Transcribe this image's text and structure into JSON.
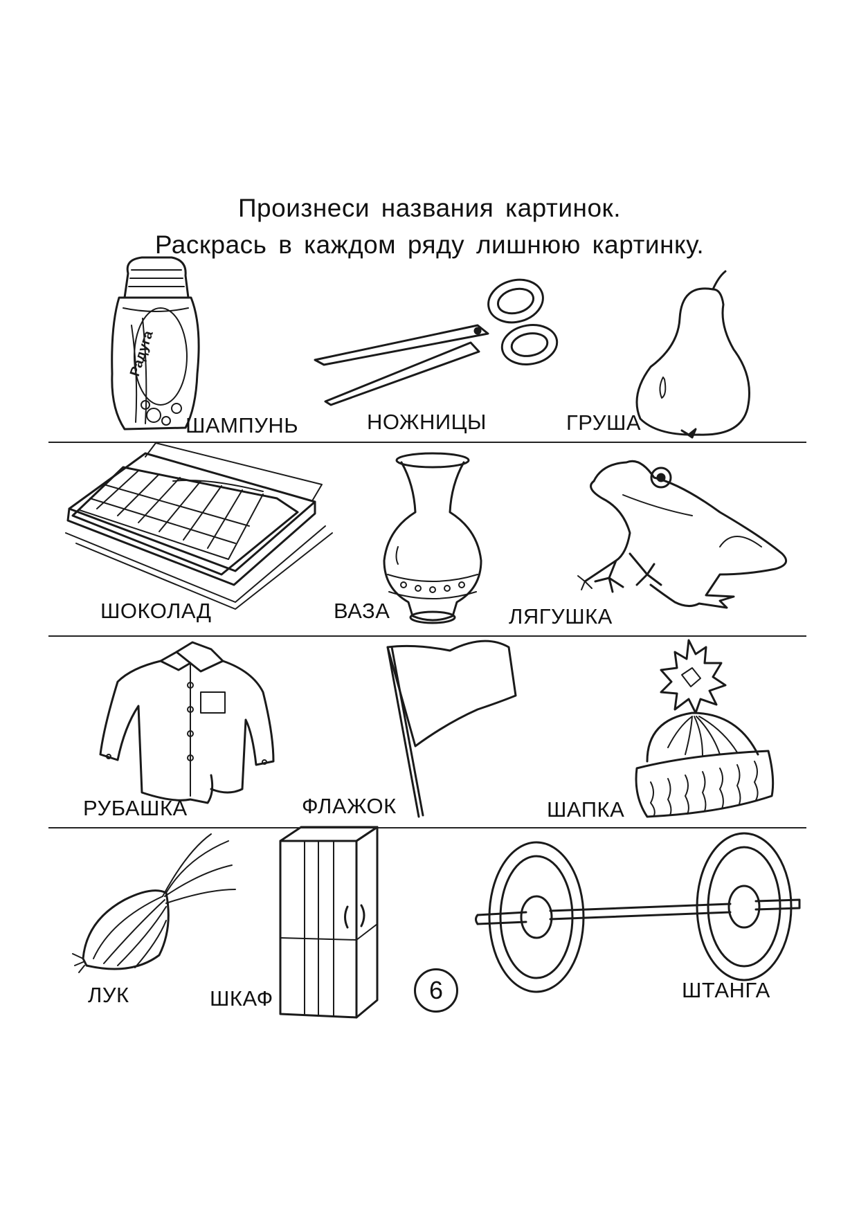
{
  "instructions": {
    "line1": "Произнеси названия картинок.",
    "line2": "Раскрась в каждом ряду лишнюю картинку."
  },
  "rows": [
    {
      "items": [
        {
          "label": "ШАМПУНЬ",
          "icon": "shampoo-bottle-icon"
        },
        {
          "label": "НОЖНИЦЫ",
          "icon": "scissors-icon"
        },
        {
          "label": "ГРУША",
          "icon": "pear-icon"
        }
      ]
    },
    {
      "items": [
        {
          "label": "ШОКОЛАД",
          "icon": "chocolate-bar-icon"
        },
        {
          "label": "ВАЗА",
          "icon": "vase-icon"
        },
        {
          "label": "ЛЯГУШКА",
          "icon": "frog-icon"
        }
      ]
    },
    {
      "items": [
        {
          "label": "РУБАШКА",
          "icon": "shirt-icon"
        },
        {
          "label": "ФЛАЖОК",
          "icon": "flag-icon"
        },
        {
          "label": "ШАПКА",
          "icon": "knit-hat-icon"
        }
      ]
    },
    {
      "items": [
        {
          "label": "ЛУК",
          "icon": "onion-icon"
        },
        {
          "label": "ШКАФ",
          "icon": "wardrobe-icon"
        },
        {
          "label": "ШТАНГА",
          "icon": "barbell-icon"
        }
      ]
    }
  ],
  "page_number": "6",
  "shampoo_brand": "Радуга"
}
